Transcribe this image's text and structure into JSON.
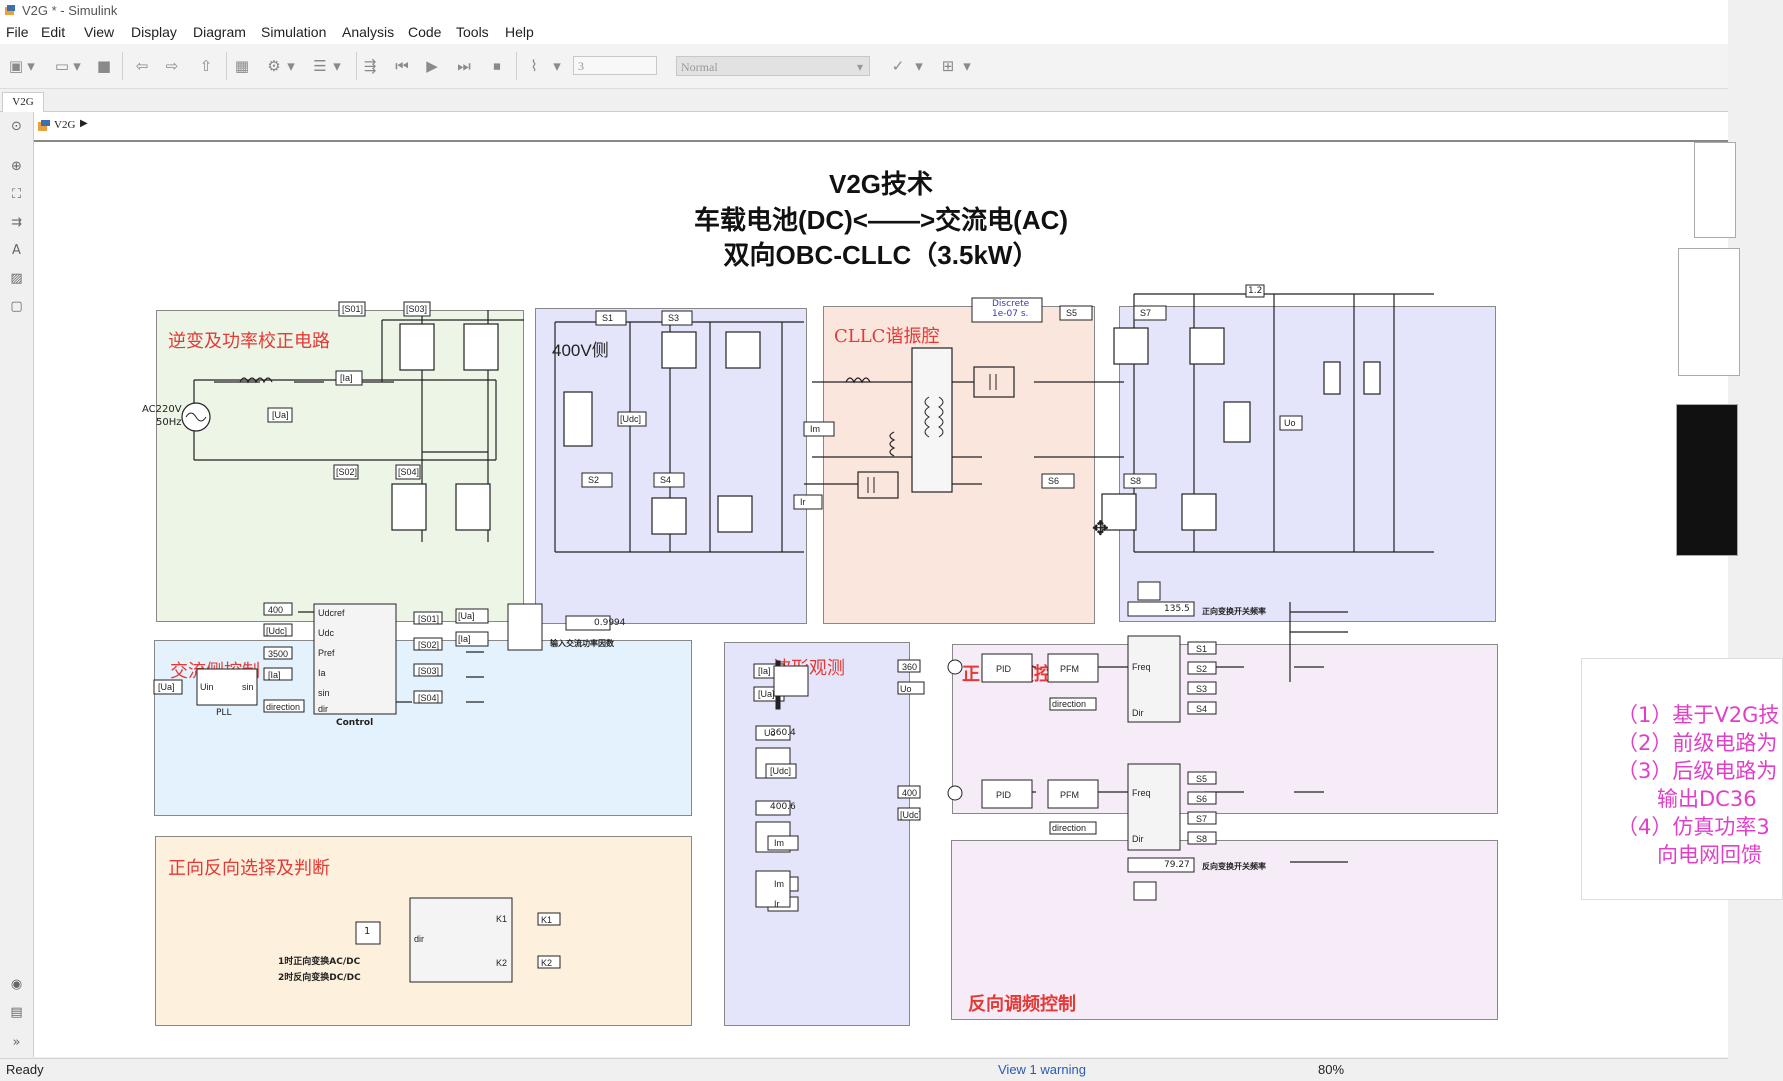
{
  "window": {
    "title": "V2G * - Simulink"
  },
  "menu": [
    "File",
    "Edit",
    "View",
    "Display",
    "Diagram",
    "Simulation",
    "Analysis",
    "Code",
    "Tools",
    "Help"
  ],
  "toolbar": {
    "stop_time": "3",
    "sim_mode": "Normal"
  },
  "tab": {
    "label": "V2G"
  },
  "breadcrumb": {
    "label": "V2G"
  },
  "heading": {
    "line1": "V2G技术",
    "line2": "车载电池(DC)<——>交流电(AC)",
    "line3": "双向OBC-CLLC（3.5kW）"
  },
  "areas": {
    "inverter": "逆变及功率校正电路",
    "cllc": "CLLC谐振腔",
    "ac_control": "交流侧控制",
    "waveform": "波形观测",
    "fwd_freq": "正向调频控制",
    "rev_freq": "反向调频控制",
    "select": "正向反向选择及判断"
  },
  "labels": {
    "side400": "400V侧",
    "ac_src1": "AC220V",
    "ac_src2": "50Hz",
    "powergui1": "Discrete",
    "powergui2": "1e-07 s.",
    "pll": "PLL",
    "control": "Control",
    "pf_label": "输入交流功率因数",
    "fwd_freq_label": "正向变换开关频率",
    "rev_freq_label": "反向变换开关频率",
    "select_note1": "1时正向变换AC/DC",
    "select_note2": "2时反向变换DC/DC"
  },
  "values": {
    "pf_display": "0.9994",
    "uo_display": "360.4",
    "udc_display": "400.6",
    "fwd_freq_display": "135.5",
    "rev_freq_display": "79.27",
    "udcref": "400",
    "pref": "3500",
    "fwd_ref": "360",
    "rev_ref": "400",
    "select_const": "1",
    "gain": "1.2"
  },
  "notes": [
    "（1）基于V2G技",
    "（2）前级电路为",
    "（3）后级电路为",
    "输出DC36",
    "（4）仿真功率3",
    "向电网回馈"
  ],
  "status": {
    "left": "Ready",
    "warning": "View 1 warning",
    "zoom": "80%"
  }
}
